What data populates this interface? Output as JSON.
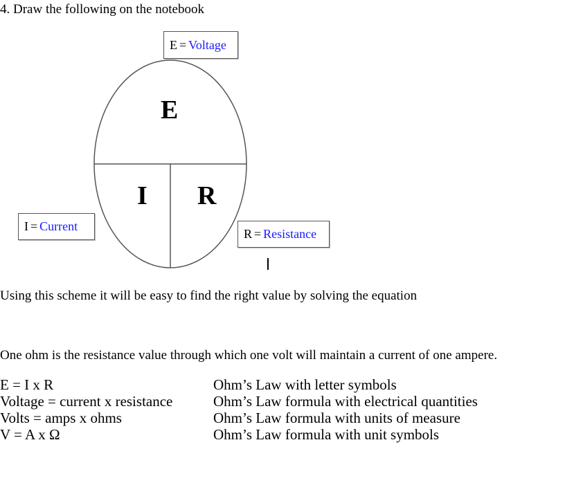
{
  "heading": "4. Draw the following on the notebook",
  "diagram": {
    "letter_e": "E",
    "letter_i": "I",
    "letter_r": "R",
    "voltage_box": {
      "symbol": "E",
      "equals": "=",
      "term": "Voltage"
    },
    "current_box": {
      "symbol": "I",
      "equals": "=",
      "term": "Current"
    },
    "resistance_box": {
      "symbol": "R",
      "equals": "=",
      "term": "Resistance"
    },
    "colors": {
      "term_text": "#1a1aff",
      "outline": "#555555"
    }
  },
  "paragraphs": {
    "scheme": "Using this scheme it will be easy to find the right value by solving the equation",
    "ohm": "One ohm is the resistance value through which one volt will maintain a current of one ampere."
  },
  "formulas": [
    {
      "formula": "E = I x R",
      "description": "Ohm’s Law with letter symbols"
    },
    {
      "formula": "Voltage = current x resistance",
      "description": "Ohm’s Law formula with electrical quantities"
    },
    {
      "formula": "Volts = amps x ohms",
      "description": "Ohm’s Law formula with units of measure"
    },
    {
      "formula": "V = A x Ω",
      "description": "Ohm’s Law formula with unit symbols"
    }
  ]
}
